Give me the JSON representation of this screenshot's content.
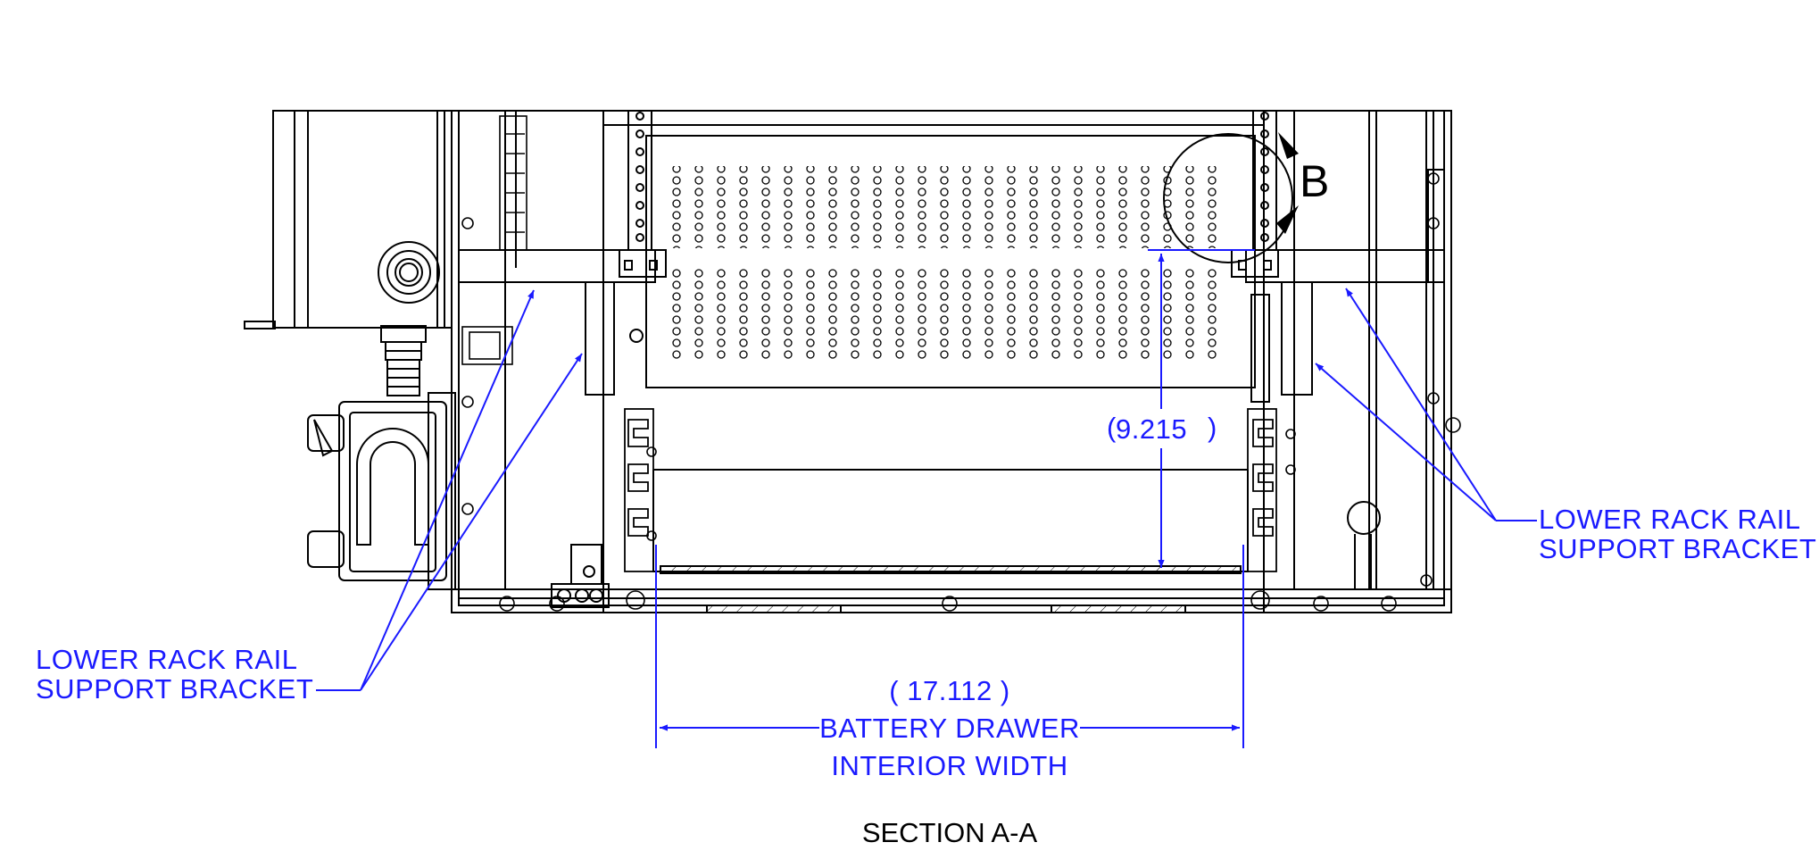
{
  "drawing": {
    "title": "SECTION A-A",
    "detail_marker": "B",
    "colors": {
      "line": "#000000",
      "annotation": "#1a1aff",
      "background": "#ffffff"
    },
    "callouts": {
      "left_bracket": {
        "line1": "LOWER RACK RAIL",
        "line2": "SUPPORT BRACKET"
      },
      "right_bracket": {
        "line1": "LOWER RACK RAIL",
        "line2": "SUPPORT BRACKET"
      }
    },
    "dimensions": {
      "height": {
        "value": "9.215",
        "open_paren": "(",
        "close_paren": ")"
      },
      "width": {
        "value": "( 17.112 )",
        "line1": "BATTERY DRAWER",
        "line2": "INTERIOR WIDTH"
      }
    }
  }
}
